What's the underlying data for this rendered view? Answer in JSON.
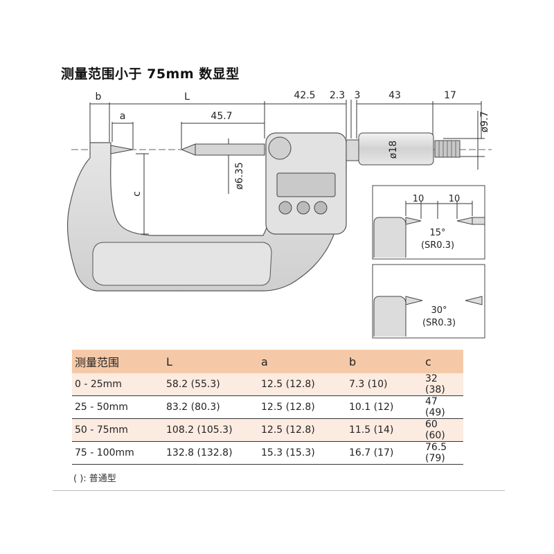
{
  "title": "测量范围小于 75mm 数显型",
  "dims": {
    "b": "b",
    "L": "L",
    "a": "a",
    "c": "c",
    "d45_7": "45.7",
    "d42_5": "42.5",
    "d2_3": "2.3",
    "d3": "3",
    "d43": "43",
    "d17": "17",
    "phi9_7": "ø9.7",
    "phi18": "ø18",
    "phi6_35": "ø6.35"
  },
  "details": [
    {
      "dim_left": "10",
      "dim_right": "10",
      "angle": "15°",
      "radius": "(SR0.3)"
    },
    {
      "angle": "30°",
      "radius": "(SR0.3)"
    }
  ],
  "table": {
    "headers": [
      "测量范围",
      "L",
      "a",
      "b",
      "c"
    ],
    "rows": [
      [
        "0 - 25mm",
        "58.2 (55.3)",
        "12.5 (12.8)",
        "7.3 (10)",
        "32 (38)"
      ],
      [
        "25 - 50mm",
        "83.2 (80.3)",
        "12.5 (12.8)",
        "10.1 (12)",
        "47 (49)"
      ],
      [
        "50 - 75mm",
        "108.2 (105.3)",
        "12.5 (12.8)",
        "11.5 (14)",
        "60 (60)"
      ],
      [
        "75 - 100mm",
        "132.8 (132.8)",
        "15.3 (15.3)",
        "16.7 (17)",
        "76.5 (79)"
      ]
    ]
  },
  "note": "( ): 普通型",
  "colors": {
    "header_bg": "#f5c9a8",
    "odd_row_bg": "#fcebe0",
    "frame_gray": "#dcdcdc"
  }
}
